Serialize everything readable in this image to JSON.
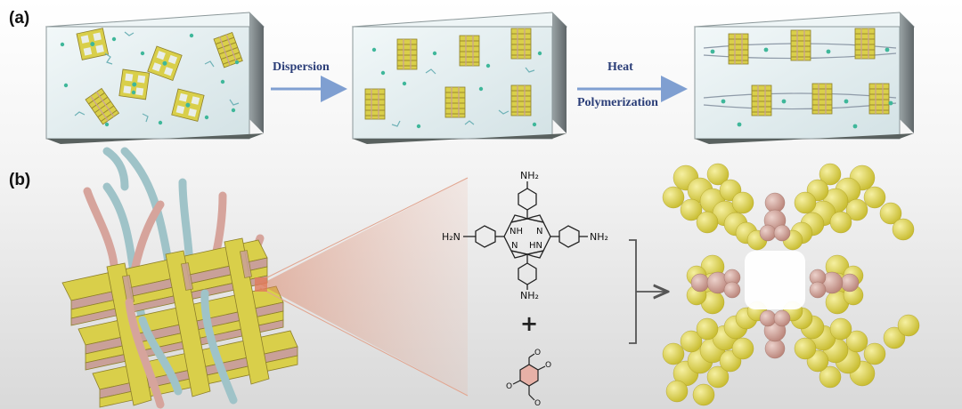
{
  "panel_labels": {
    "a": "(a)",
    "b": "(b)"
  },
  "steps": {
    "step1": "Dispersion",
    "step2_line1": "Heat",
    "step2_line2": "Polymerization"
  },
  "molecule_labels": {
    "nh2": "NH₂",
    "h2n": "H₂N",
    "nh": "NH",
    "hn": "HN",
    "n": "N",
    "plus": "+",
    "o": "O"
  },
  "colors": {
    "cof_yellow": "#d9cf4a",
    "cof_pink": "#c9a099",
    "fiber_blue": "#9fc3c8",
    "fiber_pink": "#d6a49c",
    "arrow_blue": "#7f9fd1",
    "text_blue": "#2b3e78",
    "glass": "#e2eef0"
  }
}
